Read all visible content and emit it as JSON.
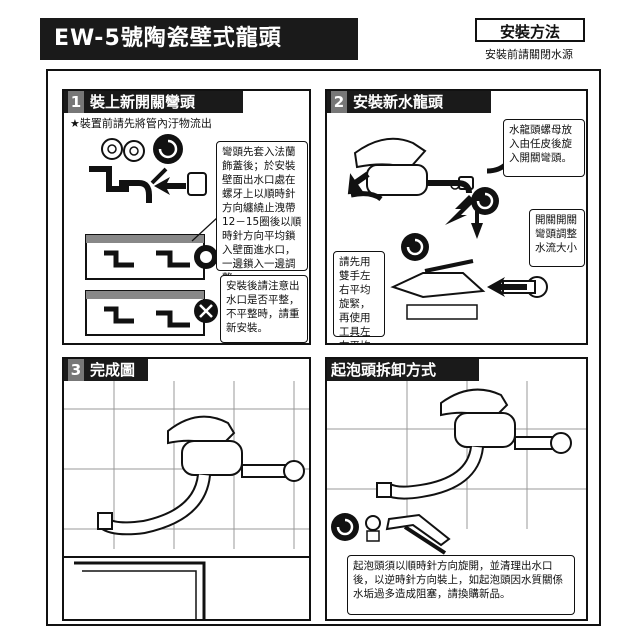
{
  "header": {
    "title": "EW-5號陶瓷壁式龍頭",
    "install_method": "安裝方法",
    "install_note": "安裝前請關閉水源"
  },
  "panel1": {
    "num": "1",
    "title": "裝上新開關彎頭",
    "star_note": "★裝置前請先將管內汙物流出",
    "note_a": "彎頭先套入法蘭飾蓋後；於安裝壁面出水口處在螺牙上以順時針方向纏繞止洩帶12－15圈後以順時針方向平均鎖入壁面進水口，一邊鎖入一邊調整",
    "note_b": "安裝後請注意出水口是否平整，不平整時，請重新安裝。"
  },
  "panel2": {
    "num": "2",
    "title": "安裝新水龍頭",
    "note_nut": "水龍頭螺母放入由任皮後旋入開關彎頭。",
    "note_adjust": "開關開關彎頭調整水流大小",
    "note_tool": "請先用雙手左右平均旋緊，再使用工具左右平均迫緊。"
  },
  "panel3": {
    "num": "3",
    "title": "完成圖"
  },
  "panel4": {
    "title": "起泡頭拆卸方式",
    "note": "起泡頭須以順時針方向旋開，並清理出水口後，以逆時針方向裝上，如起泡頭因水質關係水垢過多造成阻塞，請換購新品。"
  }
}
